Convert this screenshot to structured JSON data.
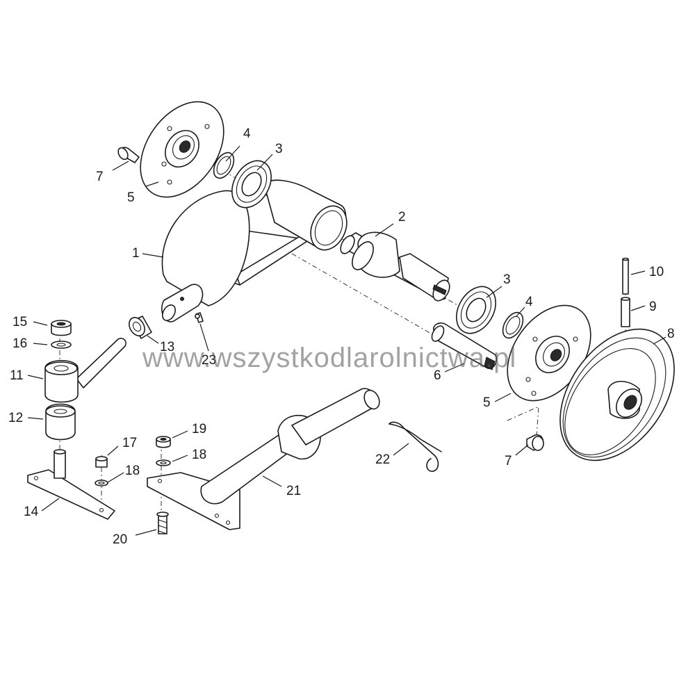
{
  "watermark": "www.wszystkodlarolnictwa.pl",
  "callouts": [
    {
      "id": "7a",
      "label": "7"
    },
    {
      "id": "5a",
      "label": "5"
    },
    {
      "id": "4a",
      "label": "4"
    },
    {
      "id": "3a",
      "label": "3"
    },
    {
      "id": "1",
      "label": "1"
    },
    {
      "id": "2",
      "label": "2"
    },
    {
      "id": "3b",
      "label": "3"
    },
    {
      "id": "4b",
      "label": "4"
    },
    {
      "id": "10",
      "label": "10"
    },
    {
      "id": "9",
      "label": "9"
    },
    {
      "id": "8",
      "label": "8"
    },
    {
      "id": "15",
      "label": "15"
    },
    {
      "id": "16",
      "label": "16"
    },
    {
      "id": "11",
      "label": "11"
    },
    {
      "id": "12",
      "label": "12"
    },
    {
      "id": "13",
      "label": "13"
    },
    {
      "id": "23",
      "label": "23"
    },
    {
      "id": "6",
      "label": "6"
    },
    {
      "id": "5b",
      "label": "5"
    },
    {
      "id": "7b",
      "label": "7"
    },
    {
      "id": "17",
      "label": "17"
    },
    {
      "id": "18a",
      "label": "18"
    },
    {
      "id": "19",
      "label": "19"
    },
    {
      "id": "18b",
      "label": "18"
    },
    {
      "id": "14",
      "label": "14"
    },
    {
      "id": "21",
      "label": "21"
    },
    {
      "id": "22",
      "label": "22"
    },
    {
      "id": "20",
      "label": "20"
    }
  ]
}
